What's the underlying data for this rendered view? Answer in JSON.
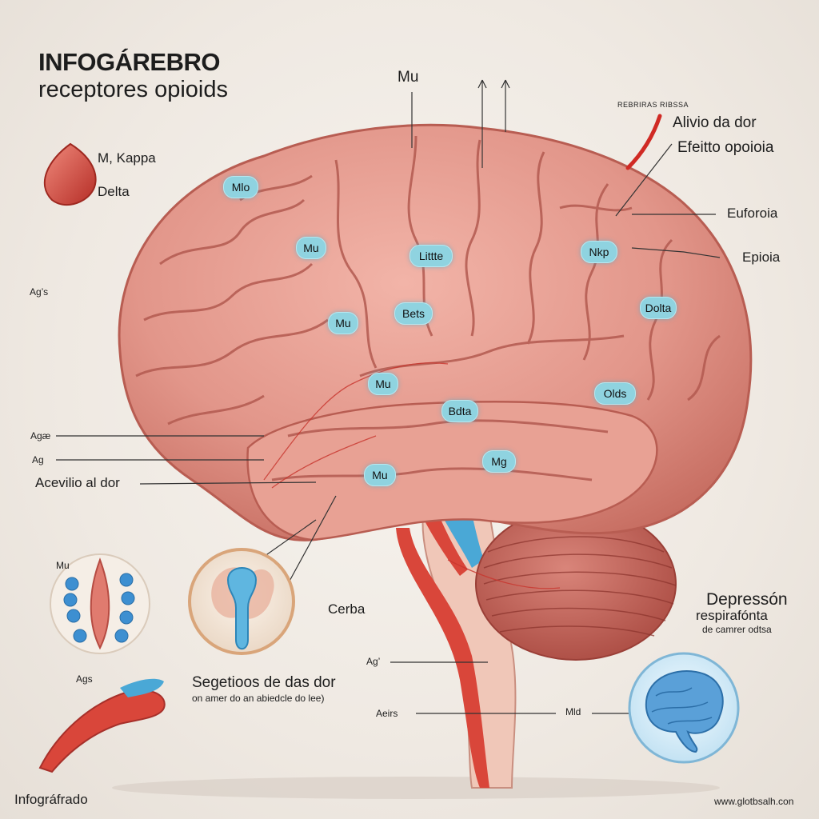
{
  "title": {
    "line1": "INFOGÁREBRO",
    "line2": "receptores opioids"
  },
  "top_legend": {
    "label1": "M, Kappa",
    "label2": "Delta"
  },
  "top_center_label": "Mu",
  "top_right": {
    "caption": "REBRIRAS RIBSSA",
    "line1": "Alivio da dor",
    "line2": "Efeitto opoioia"
  },
  "right_labels": {
    "euforia": "Euforoia",
    "epioia": "Epioia"
  },
  "left_labels": {
    "ag1": "Ag’s",
    "ag2": "Agæ",
    "ag3": "Ag",
    "acevio": "Acevilio al dor"
  },
  "receptors": [
    "Mlo",
    "Mu",
    "Mu",
    "Bets",
    "Littte",
    "Mu",
    "Bdta",
    "Mu",
    "Mg",
    "Nkp",
    "Dolta",
    "Olds"
  ],
  "lower_left": {
    "tag": "Mu",
    "agg": "Ags",
    "line1": "Segetioos de das dor",
    "line2": "on amer do an abiedcle do lee)"
  },
  "center_lower": {
    "cerba": "Cerba",
    "agr": "Ag’",
    "aers": "Aeirs",
    "mhd": "Mld"
  },
  "right_lower": {
    "line1": "Depressón",
    "line2": "respirafónta",
    "line3": "de camrer odtsa"
  },
  "footer": {
    "left": "Infográfrado",
    "right": "www.glotbsalh.con"
  },
  "colors": {
    "brain": "#e49a8e",
    "brain_dark": "#c46b5f",
    "receptor": "#8fd3e0",
    "artery": "#d9463a",
    "vessel_blue": "#4aa8d6"
  }
}
